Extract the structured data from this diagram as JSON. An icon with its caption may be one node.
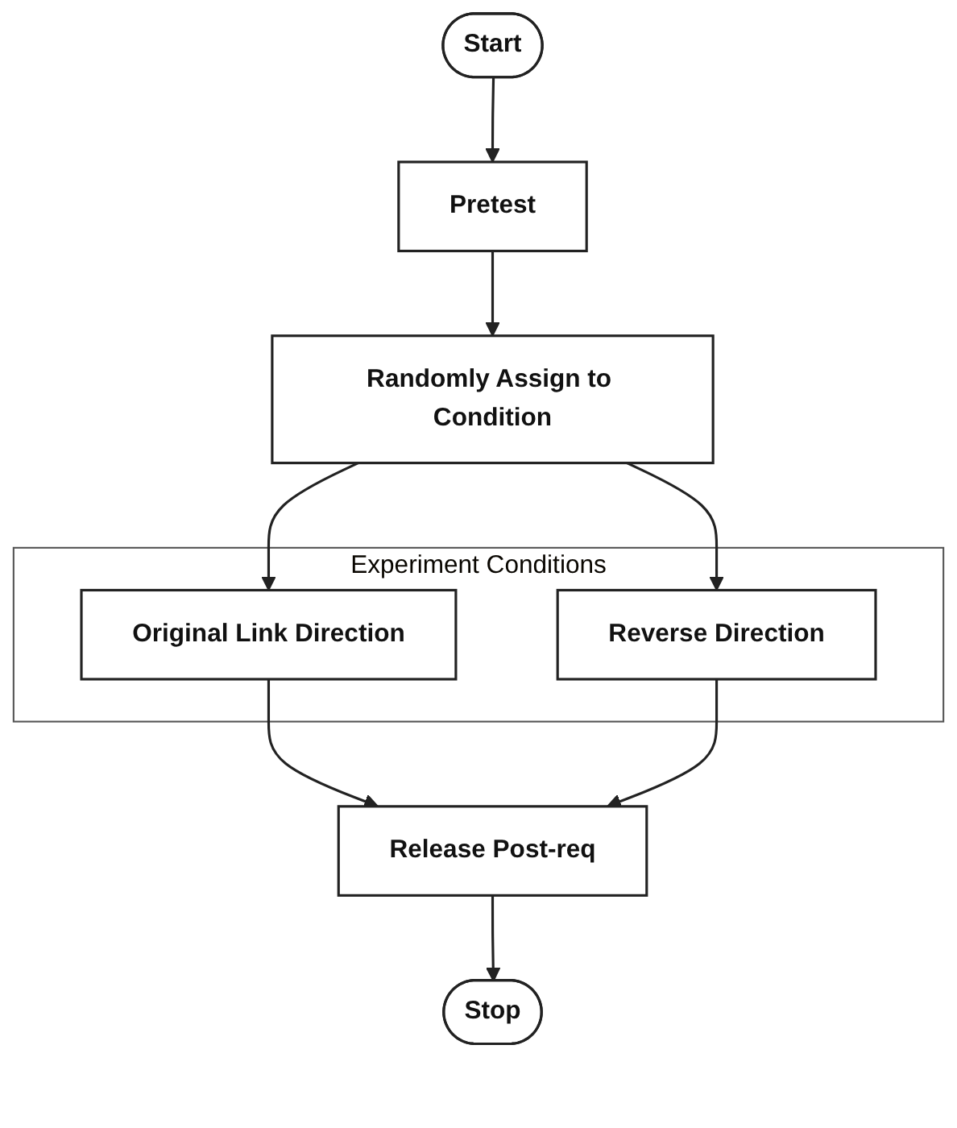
{
  "diagram": {
    "nodes": [
      {
        "text": [
          "Start"
        ]
      },
      {
        "text": [
          "Pretest"
        ]
      },
      {
        "text": [
          "Randomly Assign to Condition"
        ]
      },
      {
        "text": [
          "Experiment Conditions"
        ]
      },
      {
        "text": [
          "Original Link Direction"
        ],
        "in": 3
      },
      {
        "text": [
          "Reverse Direction"
        ],
        "in": 3
      },
      {
        "text": [
          "Release Post-req"
        ]
      },
      {
        "text": [
          "Stop"
        ]
      }
    ],
    "edges": [
      {
        "from": 0,
        "to": 1,
        "arrow": "to"
      },
      {
        "from": 1,
        "to": 2,
        "arrow": "to"
      },
      {
        "from": 2,
        "to": 4,
        "arrow": "to"
      },
      {
        "from": 2,
        "to": 5,
        "arrow": "to"
      },
      {
        "from": 4,
        "to": 6,
        "arrow": "to"
      },
      {
        "from": 5,
        "to": 6,
        "arrow": "to"
      },
      {
        "from": 6,
        "to": 7,
        "arrow": "to"
      }
    ]
  }
}
